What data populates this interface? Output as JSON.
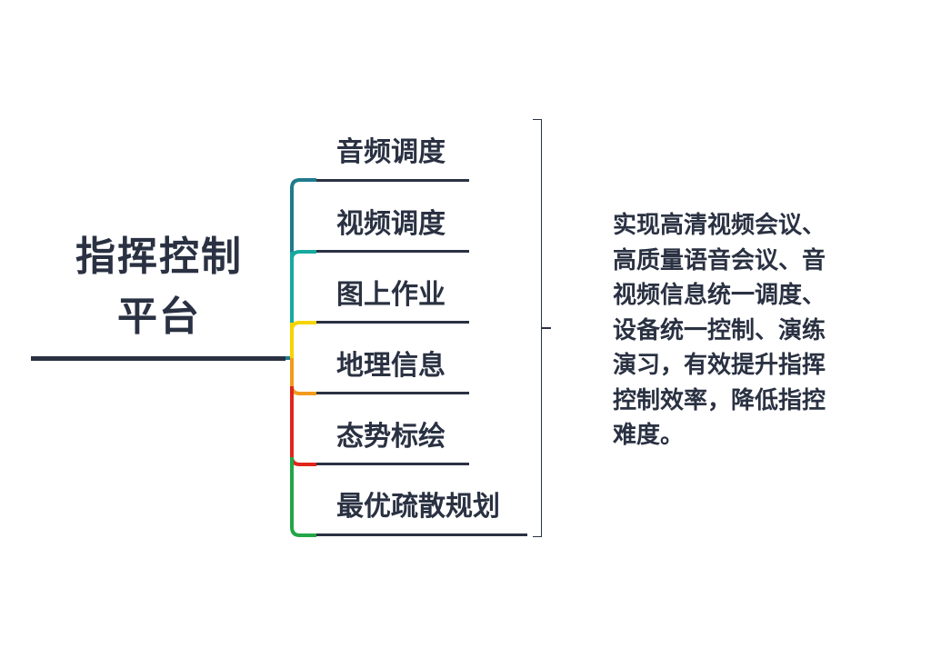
{
  "root": {
    "title_lines": [
      "指挥控制",
      "平台"
    ]
  },
  "branches": [
    {
      "label": "音频调度",
      "color": "#1f7b8c"
    },
    {
      "label": "视频调度",
      "color": "#17a99f"
    },
    {
      "label": "图上作业",
      "color": "#f5d400"
    },
    {
      "label": "地理信息",
      "color": "#f29b1d"
    },
    {
      "label": "态势标绘",
      "color": "#e0261b"
    },
    {
      "label": "最优疏散规划",
      "color": "#22a646"
    }
  ],
  "description": {
    "lines": [
      "实现高清视频会议、",
      "高质量语音会议、音",
      "视频信息统一调度、",
      "设备统一控制、演练",
      "演习，有效提升指挥",
      "控制效率，降低指控",
      "难度。"
    ]
  }
}
